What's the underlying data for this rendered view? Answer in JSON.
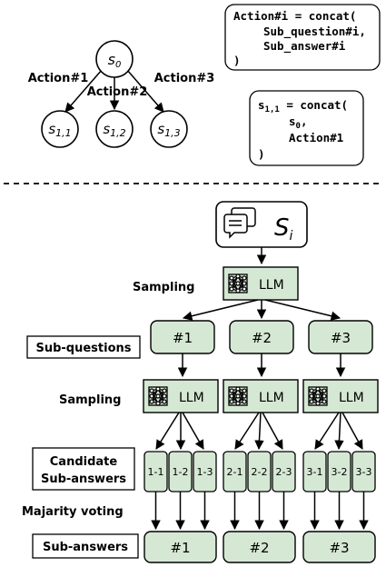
{
  "colors": {
    "box_fill": "#d5e8d4",
    "stroke": "#000000",
    "background": "#ffffff"
  },
  "tree": {
    "root": "s",
    "root_sub": "0",
    "children": [
      {
        "main": "s",
        "sub": "1,1"
      },
      {
        "main": "s",
        "sub": "1,2"
      },
      {
        "main": "s",
        "sub": "1,3"
      }
    ],
    "actions": [
      "Action#1",
      "Action#2",
      "Action#3"
    ]
  },
  "code1": [
    "Action#i = concat(",
    "Sub_question#i,",
    "Sub_answer#i",
    ")"
  ],
  "code2": {
    "head_main": "s",
    "head_sub": "1,1",
    "head_rest": " = concat(",
    "line2_main": "s",
    "line2_sub": "0",
    "line2_rest": ",",
    "line3": "Action#1",
    "close": ")"
  },
  "flow": {
    "state_main": "S",
    "state_sub": "i",
    "llm_label": "LLM",
    "sampling_label": "Sampling",
    "subquestions_label": "Sub-questions",
    "candidate_label_1": "Candidate",
    "candidate_label_2": "Sub-answers",
    "majority_label": "Majarity voting",
    "subanswers_label": "Sub-answers",
    "question_ids": [
      "#1",
      "#2",
      "#3"
    ],
    "candidates": [
      [
        "1-1",
        "1-2",
        "1-3"
      ],
      [
        "2-1",
        "2-2",
        "2-3"
      ],
      [
        "3-1",
        "3-2",
        "3-3"
      ]
    ],
    "answer_ids": [
      "#1",
      "#2",
      "#3"
    ]
  }
}
